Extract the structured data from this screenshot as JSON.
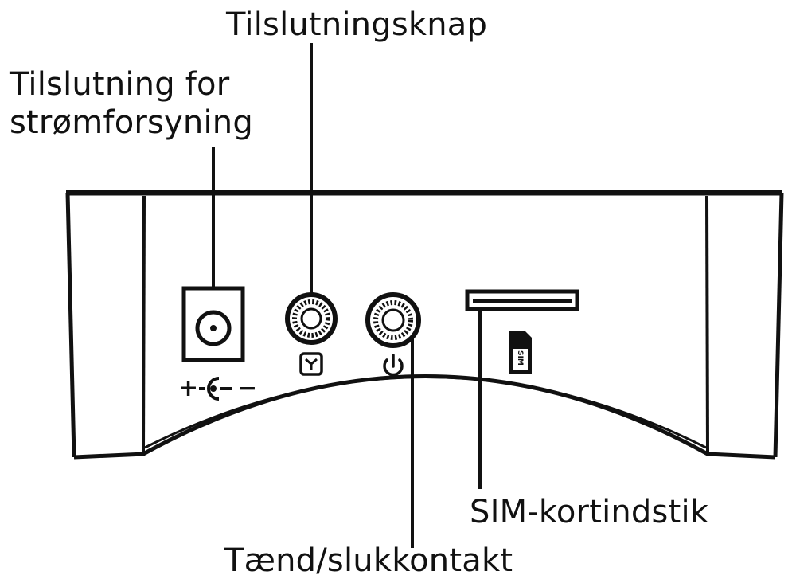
{
  "labels": {
    "power_connector_line1": "Tilslutning for",
    "power_connector_line2": "strømforsyning",
    "connect_button": "Tilslutningsknap",
    "sim_slot": "SIM-kortindstik",
    "power_switch": "Tænd/slukkontakt"
  },
  "device_marks": {
    "sim_card_text": "SIM",
    "polarity_plus": "+",
    "polarity_minus": "−"
  },
  "colors": {
    "ink": "#111111",
    "background": "#ffffff"
  }
}
